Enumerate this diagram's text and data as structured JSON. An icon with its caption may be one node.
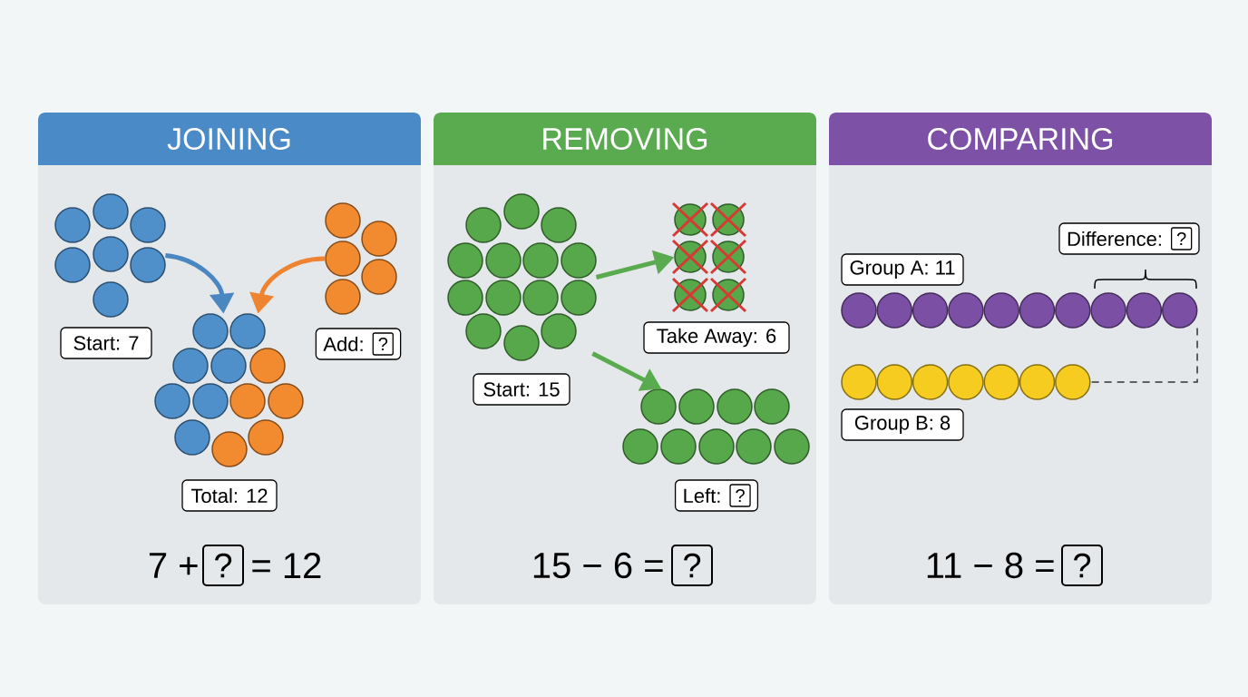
{
  "diagram": {
    "nodes": [
      {
        "text": [
          "JOINING"
        ]
      },
      {
        "text": [],
        "shape": "circle",
        "in": 0
      },
      {
        "text": [],
        "shape": "circle",
        "in": 0
      },
      {
        "text": [
          "Start: 7"
        ],
        "in": 0
      },
      {
        "text": [],
        "shape": "circle",
        "in": 0
      },
      {
        "text": [
          "Add:"
        ],
        "in": 0
      },
      {
        "text": [
          "?"
        ],
        "in": 5
      },
      {
        "text": [
          "Total: 12"
        ],
        "in": 0
      },
      {
        "text": [
          "?"
        ],
        "in": 0
      },
      {
        "text": [
          "REMOVING"
        ]
      },
      {
        "text": [],
        "shape": "circle",
        "in": 9
      },
      {
        "text": [],
        "shape": "circle",
        "in": 9
      },
      {
        "text": [
          "Take Away: 6"
        ],
        "in": 9
      },
      {
        "text": [
          "Start: 15"
        ],
        "in": 9
      },
      {
        "text": [],
        "shape": "circle",
        "in": 9
      },
      {
        "text": [
          "Left:"
        ],
        "in": 9
      },
      {
        "text": [
          "?"
        ],
        "in": 15
      },
      {
        "text": [
          "?"
        ],
        "in": 9
      },
      {
        "text": [
          "COMPARING"
        ]
      },
      {
        "text": [
          "Difference:"
        ],
        "in": 18
      },
      {
        "text": [
          "?"
        ],
        "in": 19
      },
      {
        "text": [
          "Group A: 11"
        ],
        "in": 18
      },
      {
        "text": [],
        "shape": "circle",
        "in": 18
      },
      {
        "text": [],
        "shape": "circle",
        "in": 18
      },
      {
        "text": [
          "Group B: 8"
        ],
        "in": 18
      },
      {
        "text": [
          "?"
        ],
        "in": 18
      }
    ],
    "edges": [
      {
        "from": 1,
        "to": 4,
        "arrow": "to",
        "color": "#4a86c0"
      },
      {
        "from": 2,
        "to": 4,
        "arrow": "to",
        "color": "#ee8432"
      },
      {
        "from": 10,
        "to": 11,
        "arrow": "to",
        "color": "#5aab4f"
      },
      {
        "from": 10,
        "to": 14,
        "arrow": "to",
        "color": "#5aab4f"
      },
      {
        "from": 22,
        "to": 23,
        "arrow": "none",
        "style": "dashed",
        "color": "#333333"
      }
    ],
    "labels": [
      "7 +",
      "= 12",
      "15 − 6 =",
      "11 − 8 ="
    ]
  }
}
